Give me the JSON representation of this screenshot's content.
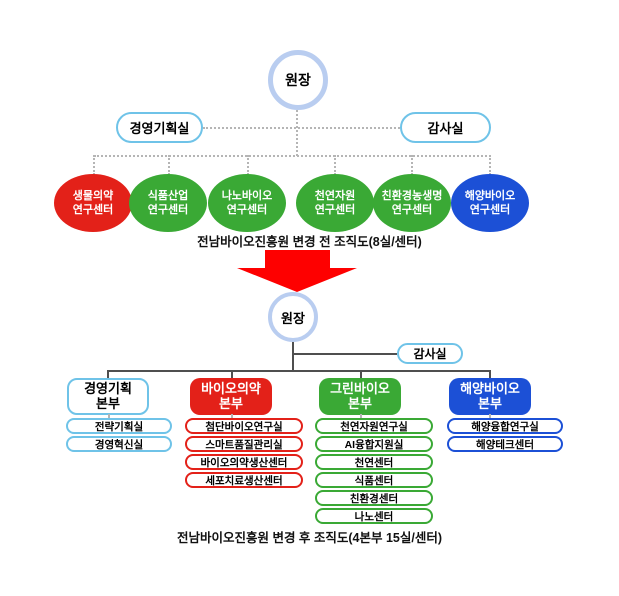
{
  "colors": {
    "red": "#e32119",
    "green": "#3aa935",
    "blue": "#1c50d6",
    "light_blue_border": "#6fc3e8",
    "circle_border": "#b9cdf0",
    "arrow_red": "#fe0000"
  },
  "before": {
    "director_label": "원장",
    "planning_office_label": "경영기획실",
    "audit_office_label": "감사실",
    "centers": [
      {
        "line1": "생물의약",
        "line2": "연구센터",
        "color": "red"
      },
      {
        "line1": "식품산업",
        "line2": "연구센터",
        "color": "green"
      },
      {
        "line1": "나노바이오",
        "line2": "연구센터",
        "color": "green"
      },
      {
        "line1": "천연자원",
        "line2": "연구센터",
        "color": "green"
      },
      {
        "line1": "친환경농생명",
        "line2": "연구센터",
        "color": "green"
      },
      {
        "line1": "해양바이오",
        "line2": "연구센터",
        "color": "blue"
      }
    ],
    "caption": "전남바이오진흥원 변경 전 조직도(8실/센터)"
  },
  "after": {
    "director_label": "원장",
    "audit_office_label": "감사실",
    "divisions": [
      {
        "line1": "경영기획",
        "line2": "본부",
        "style": "outline-blue",
        "units": [
          "전략기획실",
          "경영혁신실"
        ]
      },
      {
        "line1": "바이오의약",
        "line2": "본부",
        "style": "red",
        "units": [
          "첨단바이오연구실",
          "스마트품질관리실",
          "바이오의약생산센터",
          "세포치료생산센터"
        ]
      },
      {
        "line1": "그린바이오",
        "line2": "본부",
        "style": "green",
        "units": [
          "천연자원연구실",
          "AI융합지원실",
          "천연센터",
          "식품센터",
          "친환경센터",
          "나노센터"
        ]
      },
      {
        "line1": "해양바이오",
        "line2": "본부",
        "style": "blue",
        "units": [
          "해양융합연구실",
          "해양테크센터"
        ]
      }
    ],
    "caption": "전남바이오진흥원 변경 후 조직도(4본부 15실/센터)"
  }
}
